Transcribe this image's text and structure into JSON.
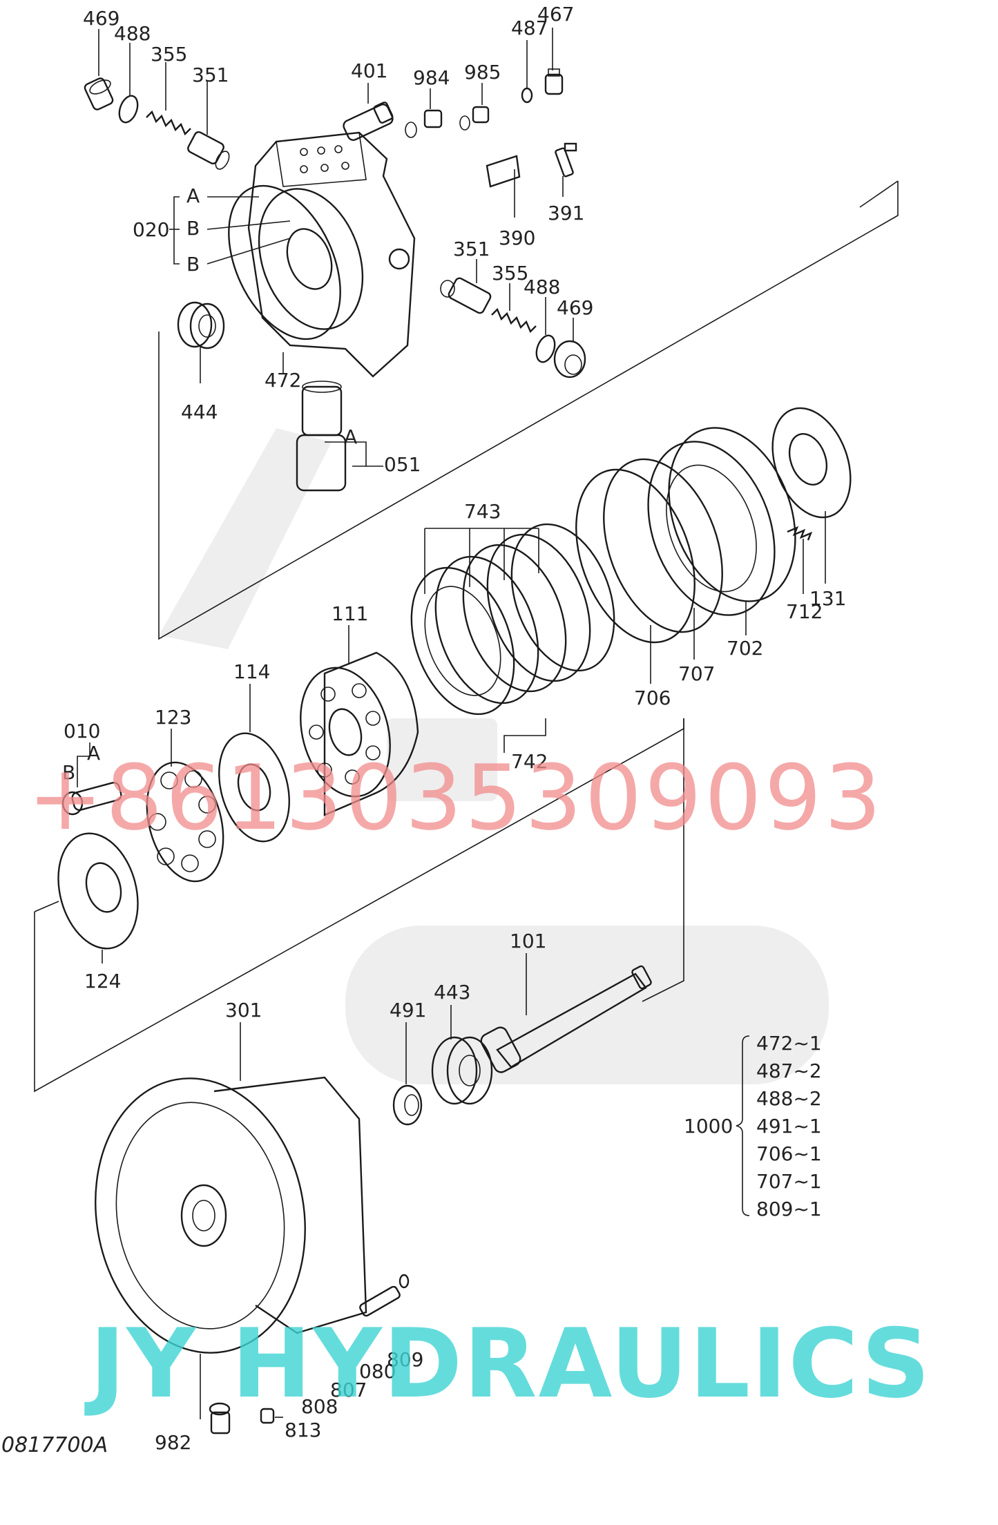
{
  "labels": {
    "p469_top": "469",
    "p488_top": "488",
    "p355_top": "355",
    "p351_top": "351",
    "p401": "401",
    "p984": "984",
    "p985": "985",
    "p487": "487",
    "p467": "467",
    "p020": "020",
    "pA_020": "A",
    "pB1_020": "B",
    "pB2_020": "B",
    "p390": "390",
    "p391": "391",
    "p351_mid": "351",
    "p355_mid": "355",
    "p488_mid": "488",
    "p469_mid": "469",
    "p444": "444",
    "p472": "472",
    "p051": "051",
    "pA_051": "A",
    "p743": "743",
    "p111": "111",
    "p114": "114",
    "p123": "123",
    "p010": "010",
    "pA_010": "A",
    "pB_010": "B",
    "p742": "742",
    "p706": "706",
    "p707": "707",
    "p702": "702",
    "p712": "712",
    "p131": "131",
    "p124": "124",
    "p101": "101",
    "p443": "443",
    "p491": "491",
    "p301": "301",
    "p1000": "1000",
    "p809_side": "809",
    "p080": "080",
    "p807": "807",
    "p808": "808",
    "p982": "982",
    "p813": "813"
  },
  "kit_1000": [
    "472~1",
    "487~2",
    "488~2",
    "491~1",
    "706~1",
    "707~1",
    "809~1"
  ],
  "watermarks": {
    "phone": "+8613035309093",
    "brand": "JY HYDRAULICS"
  },
  "drawing_code": "0817700A"
}
